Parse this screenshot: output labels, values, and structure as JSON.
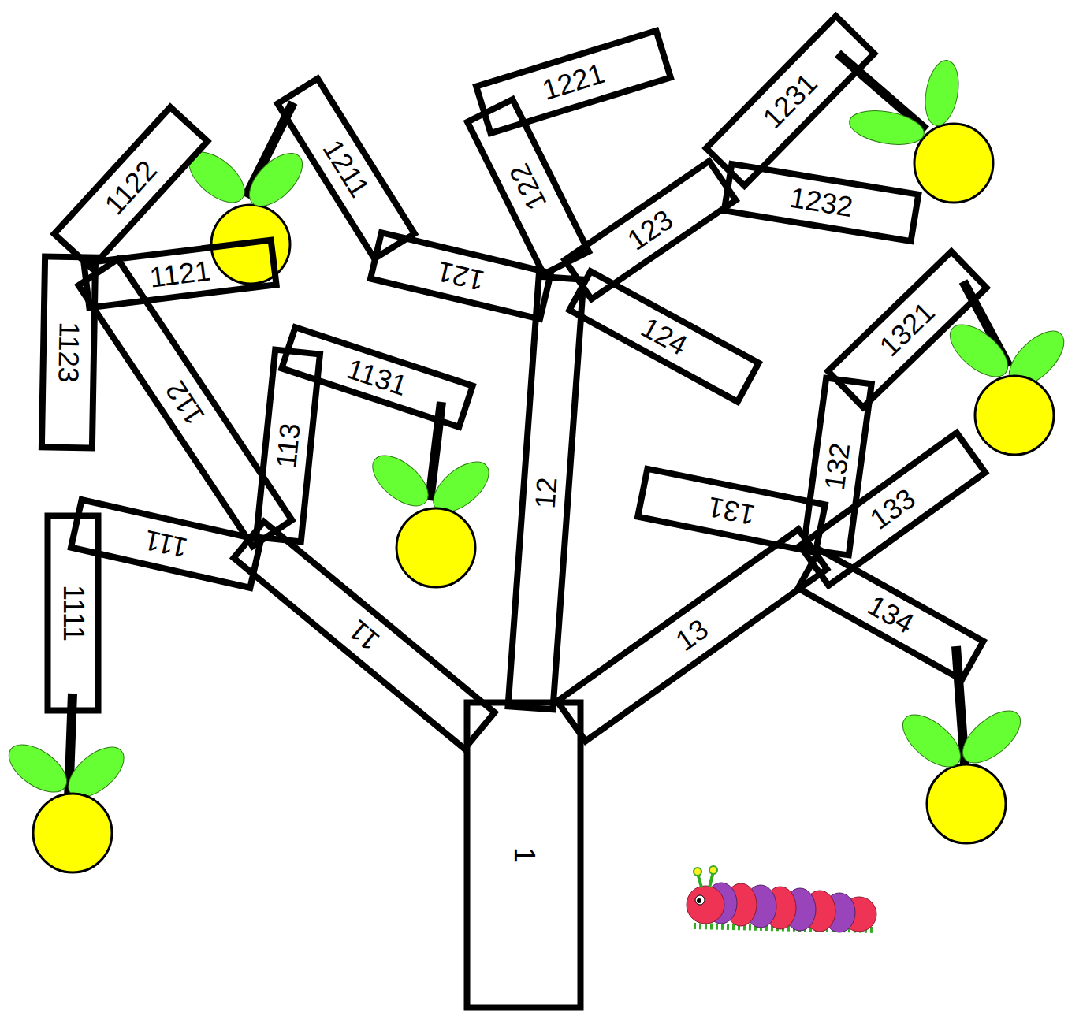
{
  "diagram": {
    "nodes": [
      {
        "text": [
          "1"
        ]
      },
      {
        "text": [
          "11"
        ]
      },
      {
        "text": [
          "111"
        ]
      },
      {
        "text": [
          "1111"
        ]
      },
      {
        "text": [
          "112"
        ]
      },
      {
        "text": [
          "1121"
        ]
      },
      {
        "text": [
          "1122"
        ]
      },
      {
        "text": [
          "1123"
        ]
      },
      {
        "text": [
          "113"
        ]
      },
      {
        "text": [
          "1131"
        ]
      },
      {
        "text": [
          "12"
        ]
      },
      {
        "text": [
          "121"
        ]
      },
      {
        "text": [
          "1211"
        ]
      },
      {
        "text": [
          "122"
        ]
      },
      {
        "text": [
          "1221"
        ]
      },
      {
        "text": [
          "123"
        ]
      },
      {
        "text": [
          "1231"
        ]
      },
      {
        "text": [
          "1232"
        ]
      },
      {
        "text": [
          "124"
        ]
      },
      {
        "text": [
          "13"
        ]
      },
      {
        "text": [
          "131"
        ]
      },
      {
        "text": [
          "132"
        ]
      },
      {
        "text": [
          "1321"
        ]
      },
      {
        "text": [
          "133"
        ]
      },
      {
        "text": [
          "134"
        ]
      }
    ]
  }
}
